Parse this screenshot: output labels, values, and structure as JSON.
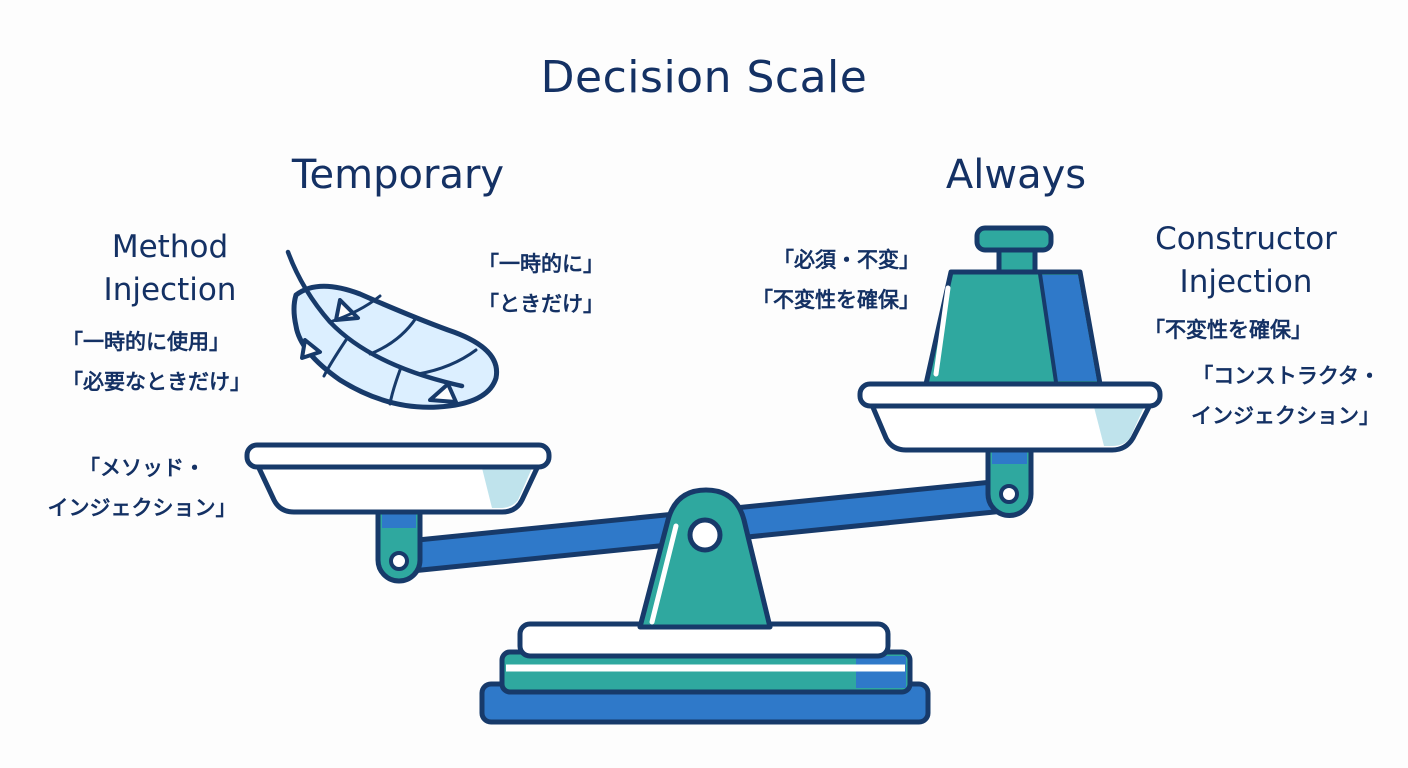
{
  "title": "Decision Scale",
  "left": {
    "heading": "Temporary",
    "label_lines": [
      "Method",
      "Injection"
    ],
    "label_jp_lines": [
      "「一時的に使用」",
      "「必要なときだけ」"
    ],
    "name_jp_lines": [
      "「メソッド・",
      "インジェクション」"
    ],
    "feather_note_lines": [
      "「一時的に」",
      "「ときだけ」"
    ]
  },
  "right": {
    "heading": "Always",
    "label_lines": [
      "Constructor",
      "Injection"
    ],
    "label_jp_lines": [
      "「不変性を確保」"
    ],
    "name_jp_lines": [
      "「コンストラクタ・",
      "インジェクション」"
    ],
    "weight_note_lines": [
      "「必須・不変」",
      "「不変性を確保」"
    ]
  },
  "colors": {
    "outline": "#173a6a",
    "teal": "#2fa89f",
    "blue": "#2f79c9",
    "pan_fill": "#ffffff",
    "pan_shade": "#bfe3ec",
    "feather": "#dcefff",
    "text": "#143164"
  },
  "icons": {
    "feather": "feather-icon",
    "weight": "weight-icon",
    "scale": "balance-scale-icon"
  }
}
